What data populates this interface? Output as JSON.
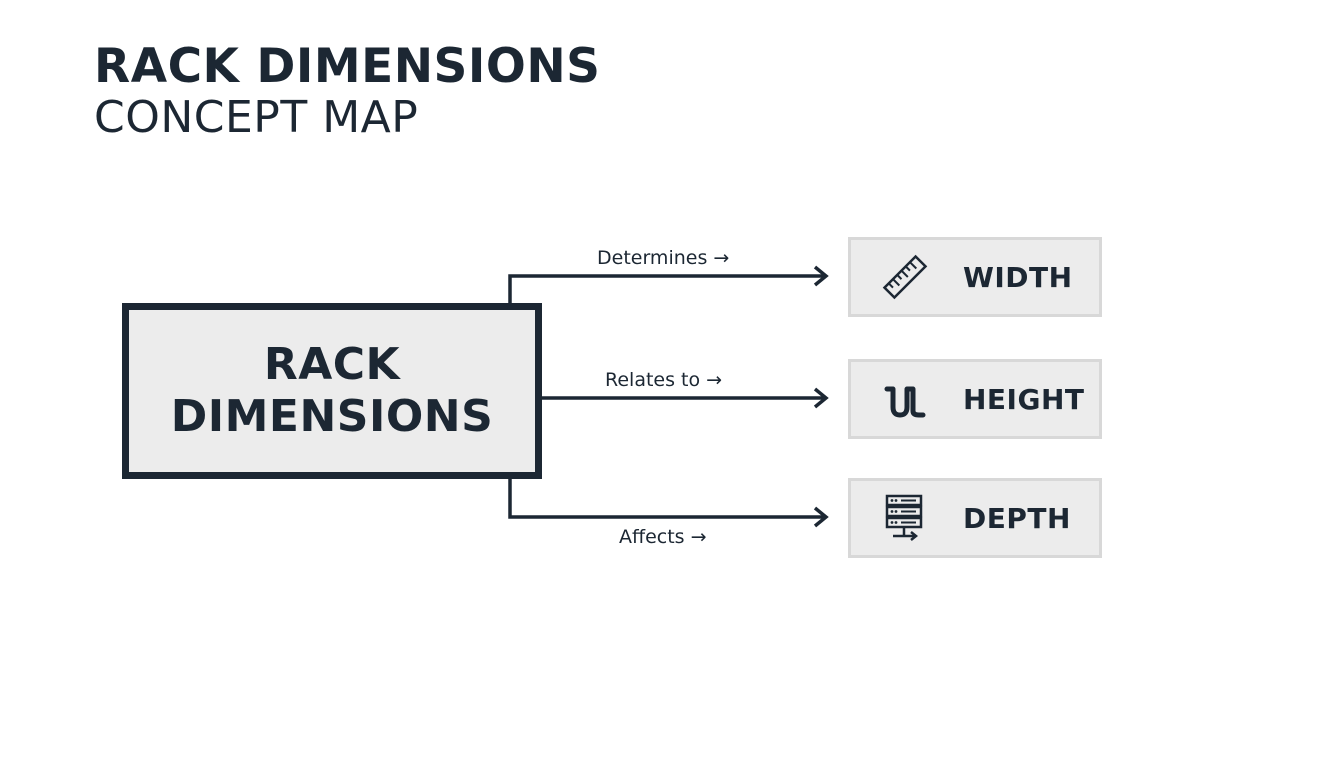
{
  "header": {
    "title": "RACK DIMENSIONS",
    "subtitle": "CONCEPT MAP"
  },
  "central": {
    "line1": "RACK",
    "line2": "DIMENSIONS"
  },
  "edges": [
    {
      "label": "Determines →",
      "target": "WIDTH"
    },
    {
      "label": "Relates to →",
      "target": "HEIGHT"
    },
    {
      "label": "Affects →",
      "target": "DEPTH"
    }
  ],
  "nodes": [
    {
      "label": "WIDTH",
      "icon": "ruler-icon"
    },
    {
      "label": "HEIGHT",
      "icon": "u-unit-icon"
    },
    {
      "label": "DEPTH",
      "icon": "server-rack-icon"
    }
  ],
  "colors": {
    "ink": "#1c2733",
    "box_fill": "#ececec",
    "leaf_border": "#d8d8d8",
    "background": "#ffffff"
  }
}
